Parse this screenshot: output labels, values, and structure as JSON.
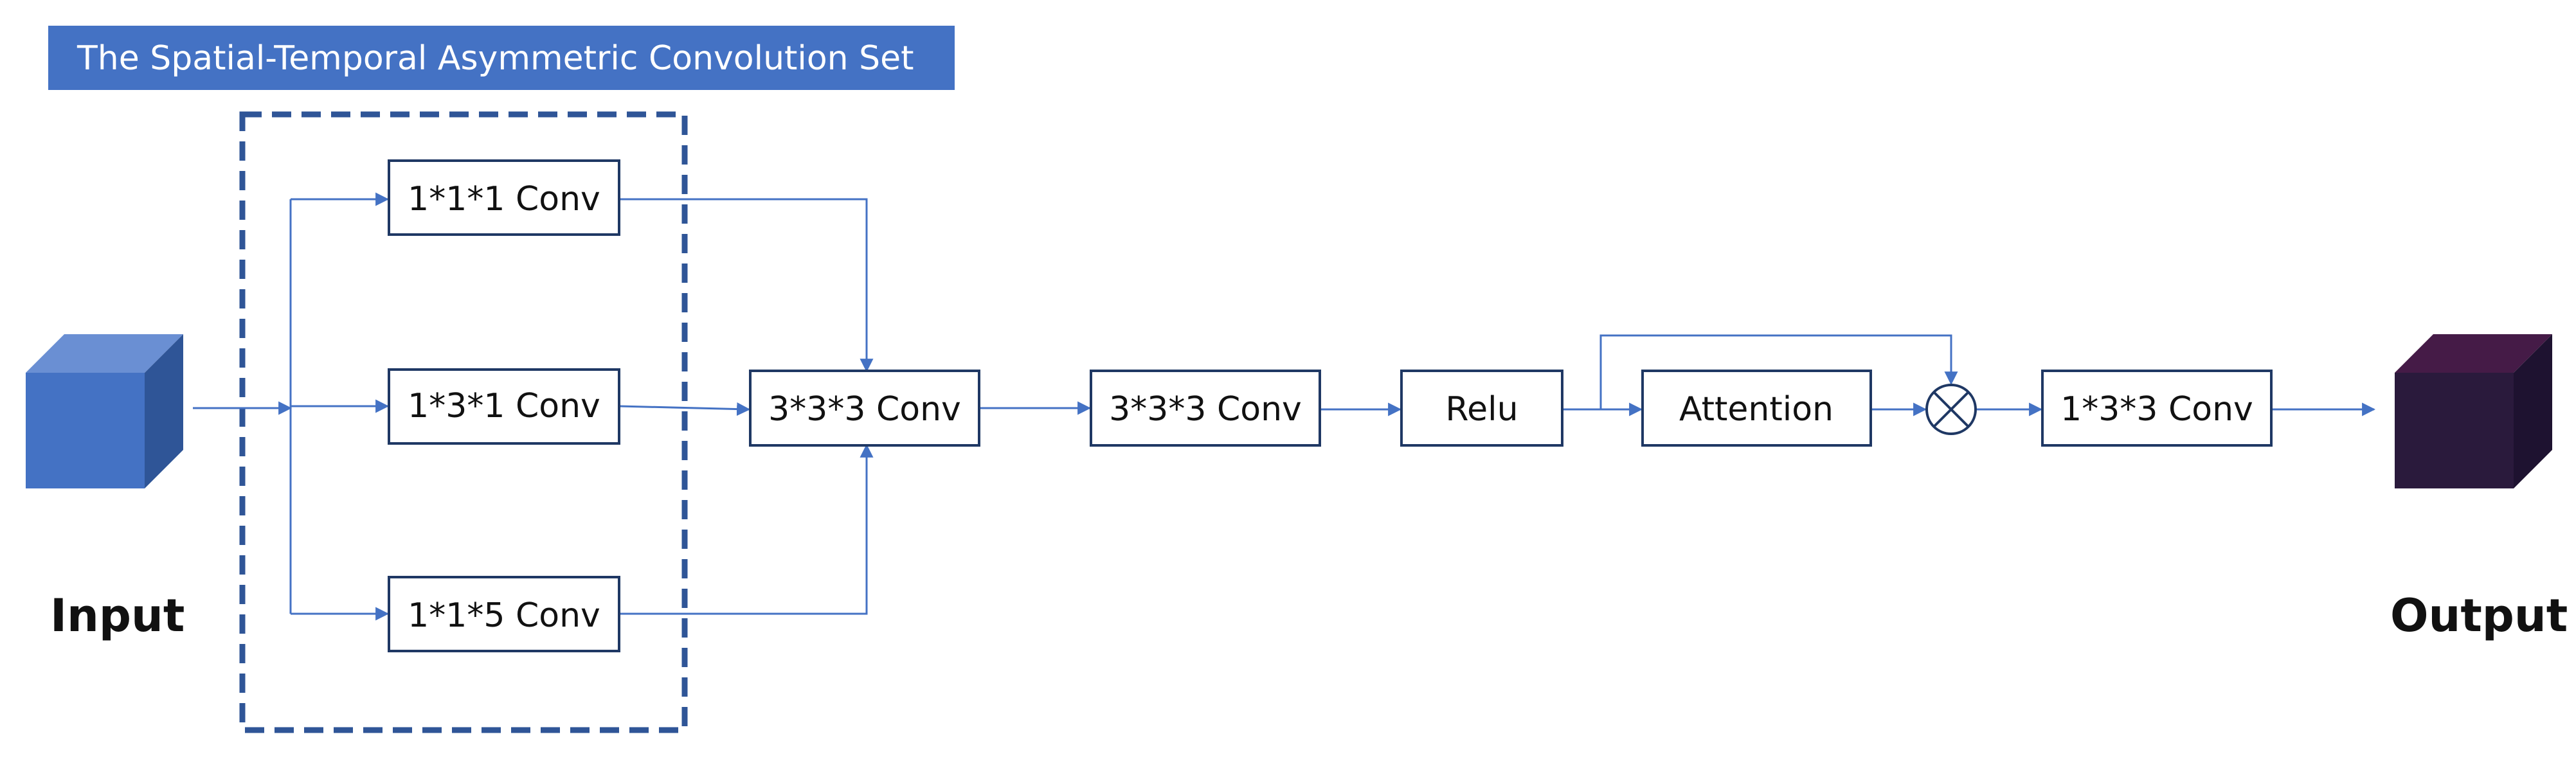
{
  "title": "The Spatial-Temporal Asymmetric Convolution Set",
  "input_label": "Input",
  "output_label": "Output",
  "nodes": {
    "conv_111": "1*1*1 Conv",
    "conv_131": "1*3*1 Conv",
    "conv_115": "1*1*5 Conv",
    "conv_333_a": "3*3*3 Conv",
    "conv_333_b": "3*3*3 Conv",
    "relu": "Relu",
    "attention": "Attention",
    "conv_133": "1*3*3 Conv"
  },
  "colors": {
    "title_bg": "#4472C4",
    "dashed_border": "#2F5597",
    "arrow": "#4472C4",
    "box_border": "#1F3864",
    "input_cube_front": "#4472C4",
    "input_cube_top": "#6A8FD3",
    "input_cube_side": "#2F5597",
    "output_cube_front": "#2A1A3C",
    "output_cube_top": "#451B47",
    "output_cube_side": "#1E1230"
  },
  "icons": {
    "multiply": "circle-times-icon"
  }
}
